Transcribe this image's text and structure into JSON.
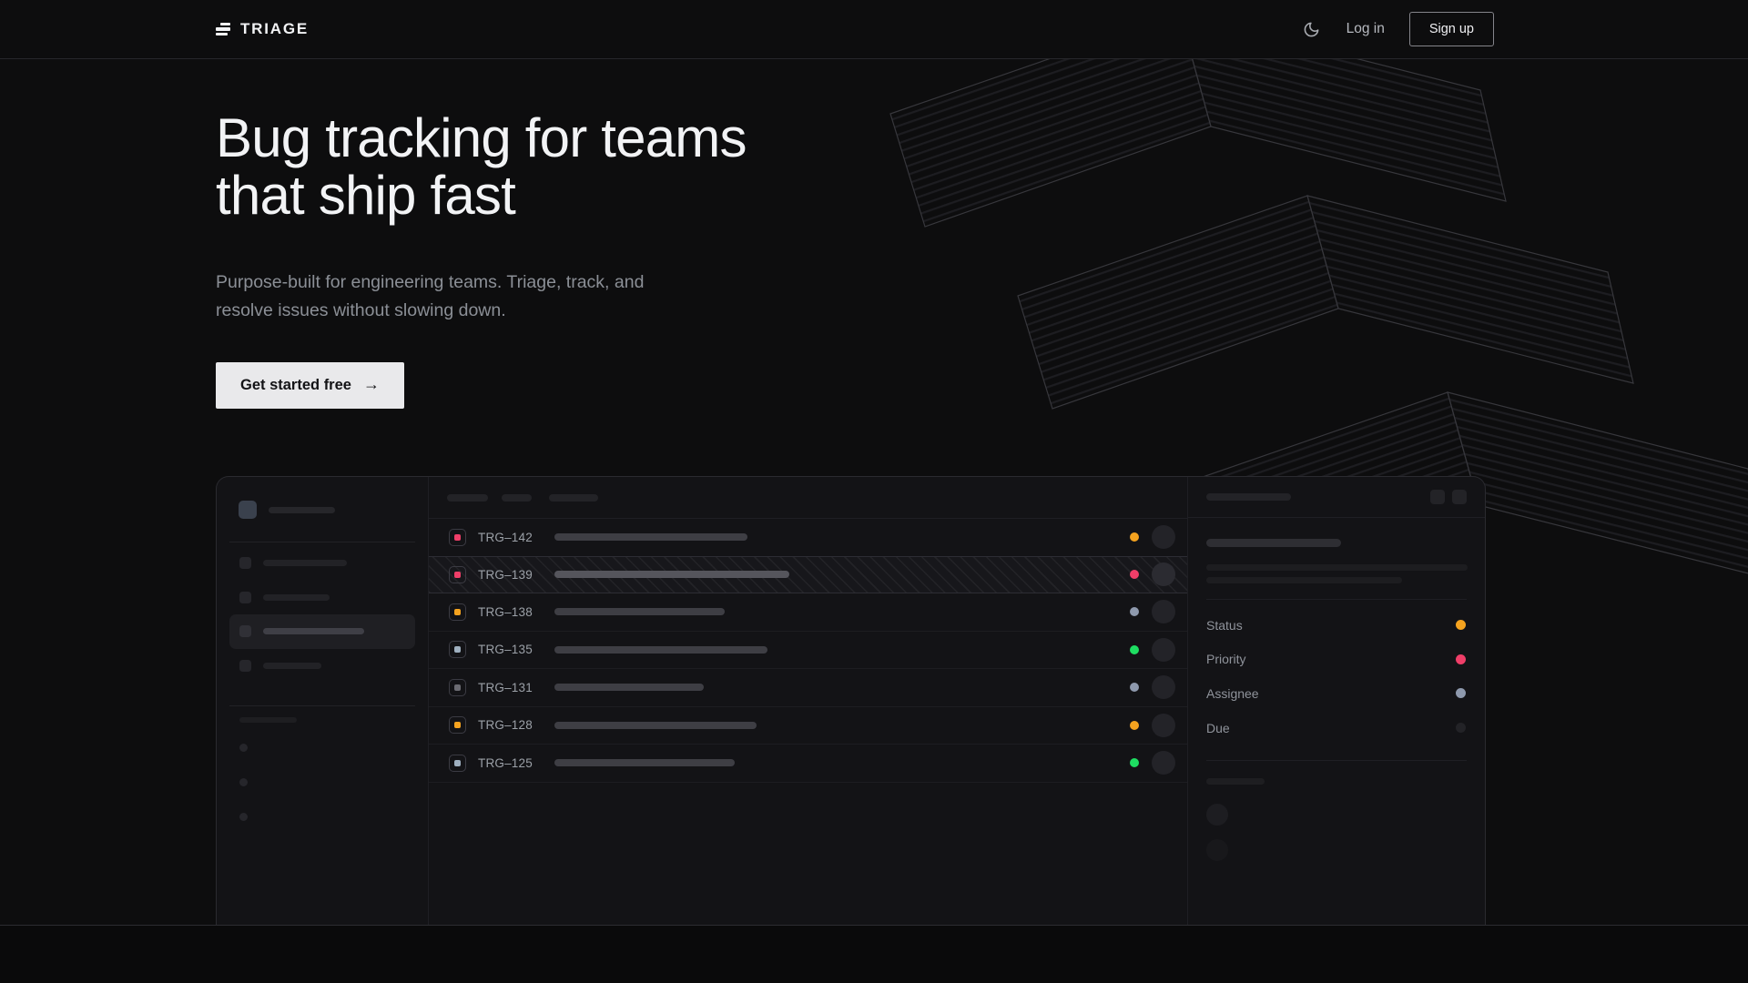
{
  "nav": {
    "brand": "TRIAGE",
    "login_label": "Log in",
    "signup_label": "Sign up"
  },
  "icons": {
    "brand": "logo-bars-icon",
    "theme_toggle": "moon-icon",
    "cta_arrow": "arrow-right-icon"
  },
  "hero": {
    "heading_line1": "Bug tracking for teams",
    "heading_line2": "that ship fast",
    "subtitle": "Purpose-built for engineering teams. Triage, track, and resolve issues without slowing down.",
    "cta_label": "Get started free",
    "cta_arrow": "→"
  },
  "colors": {
    "status_orange": "#F5A31F",
    "priority_pink": "#EF3E68",
    "status_green": "#1EDE62",
    "assignee_slate": "#8E99AD",
    "icon_lightslate": "#9FB0C0",
    "icon_gray": "#6B6B72",
    "due_dark": "#232327"
  },
  "mockup": {
    "issues": [
      {
        "id": "TRG–142",
        "icon_color": "#EF3E68",
        "title_width": 212,
        "dot_color": "#F5A31F",
        "selected": false
      },
      {
        "id": "TRG–139",
        "icon_color": "#EF3E68",
        "title_width": 258,
        "dot_color": "#EF3E68",
        "selected": true
      },
      {
        "id": "TRG–138",
        "icon_color": "#F5A31F",
        "title_width": 187,
        "dot_color": "#8E99AD",
        "selected": false
      },
      {
        "id": "TRG–135",
        "icon_color": "#9FB0C0",
        "title_width": 234,
        "dot_color": "#1EDE62",
        "selected": false
      },
      {
        "id": "TRG–131",
        "icon_color": "#6B6B72",
        "title_width": 164,
        "dot_color": "#8E99AD",
        "selected": false
      },
      {
        "id": "TRG–128",
        "icon_color": "#F5A31F",
        "title_width": 222,
        "dot_color": "#F5A31F",
        "selected": false
      },
      {
        "id": "TRG–125",
        "icon_color": "#9FB0C0",
        "title_width": 198,
        "dot_color": "#1EDE62",
        "selected": false
      }
    ],
    "panel": {
      "fields": [
        {
          "label": "Status",
          "dot_color": "#F5A31F"
        },
        {
          "label": "Priority",
          "dot_color": "#EF3E68"
        },
        {
          "label": "Assignee",
          "dot_color": "#8E99AD"
        },
        {
          "label": "Due",
          "dot_color": "#232327"
        }
      ]
    }
  }
}
